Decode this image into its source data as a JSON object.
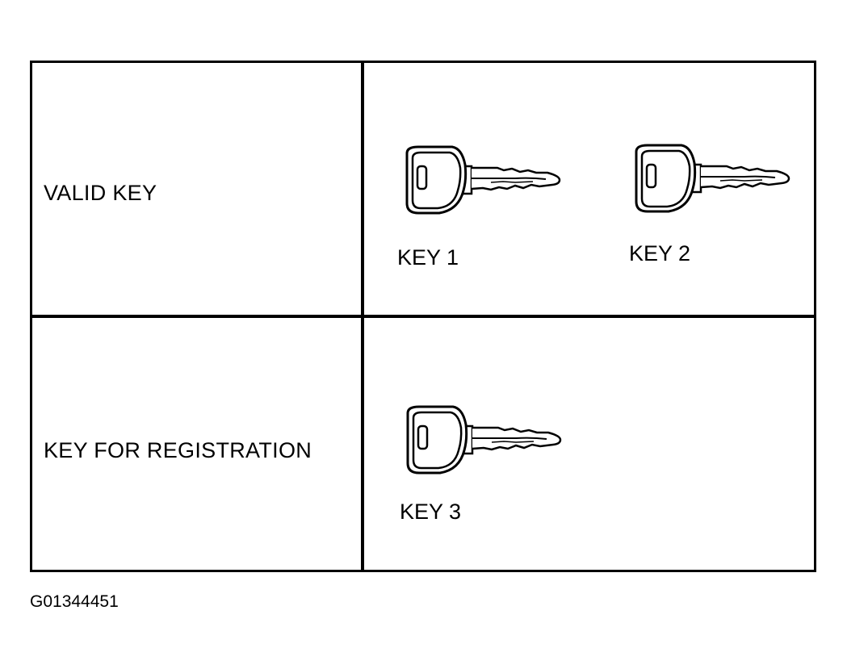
{
  "rows": [
    {
      "label": "VALID KEY",
      "keys": [
        {
          "label": "KEY 1",
          "icon": "key-icon"
        },
        {
          "label": "KEY 2",
          "icon": "key-icon"
        }
      ]
    },
    {
      "label": "KEY FOR REGISTRATION",
      "keys": [
        {
          "label": "KEY 3",
          "icon": "key-icon"
        }
      ]
    }
  ],
  "figure_id": "G01344451"
}
